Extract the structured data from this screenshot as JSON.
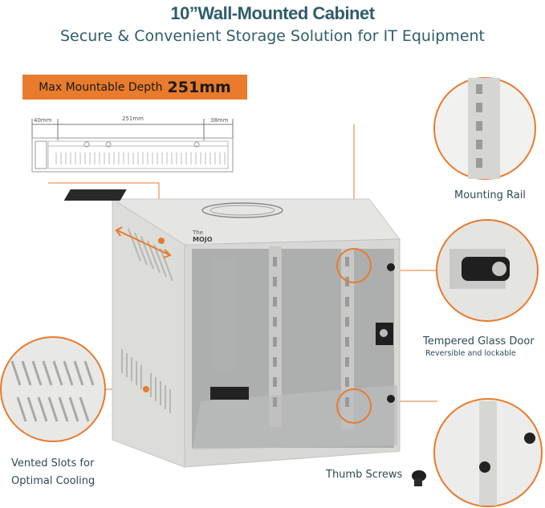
{
  "header": {
    "title": "10”Wall-Mounted Cabinet",
    "subtitle": "Secure & Convenient Storage Solution for IT Equipment"
  },
  "depth_badge": {
    "label": "Max Mountable Depth",
    "value": "251mm"
  },
  "dimensions": {
    "left": "40mm",
    "middle": "251mm",
    "right": "38mm"
  },
  "brand": {
    "small": "The",
    "name": "MOJO"
  },
  "callouts": {
    "mounting_rail": "Mounting Rail",
    "glass_door": "Tempered Glass Door",
    "glass_door_sub": "Reversible and lockable",
    "vented_line1": "Vented Slots for",
    "vented_line2": "Optimal Cooling",
    "thumb_screws": "Thumb Screws"
  },
  "colors": {
    "accent": "#e87b2c",
    "text": "#2f5d6c",
    "cabinet": "#dcdcda"
  }
}
